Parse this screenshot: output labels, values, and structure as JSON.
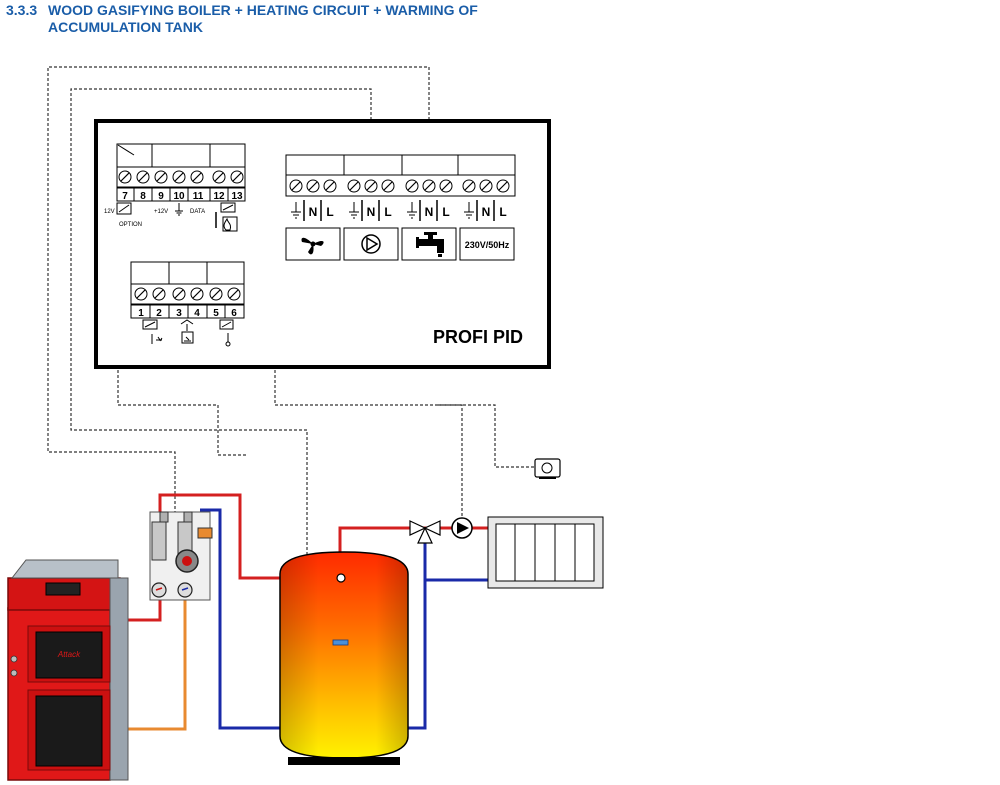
{
  "heading": {
    "number": "3.3.3",
    "line1": "WOOD GASIFYING BOILER + HEATING CIRCUIT + WARMING OF",
    "line2": "ACCUMULATION TANK"
  },
  "controller": {
    "name": "PROFI PID",
    "left_terminals": [
      "7",
      "8",
      "9",
      "10",
      "11",
      "12",
      "13"
    ],
    "left_labels": {
      "v12_left": "12V",
      "v12_right": "+12V",
      "data": "DATA",
      "option": "OPTION"
    },
    "lower_terminals": [
      "1",
      "2",
      "3",
      "4",
      "5",
      "6"
    ],
    "power_terminal_labels": [
      "N",
      "L"
    ],
    "power_supply": "230V/50Hz"
  },
  "boiler": {
    "logo": "Attack"
  },
  "icons": [
    "fan-icon",
    "pump-icon",
    "tap-icon",
    "ground-icon",
    "sensor-icon",
    "room-thermostat-icon",
    "thermometer-icon",
    "flame-icon"
  ],
  "colors": {
    "heading": "#1a5da8",
    "hot_pipe": "#d42020",
    "cold_pipe": "#1a2aa8",
    "return_pipe": "#e88a30",
    "boiler_red": "#e01818"
  }
}
